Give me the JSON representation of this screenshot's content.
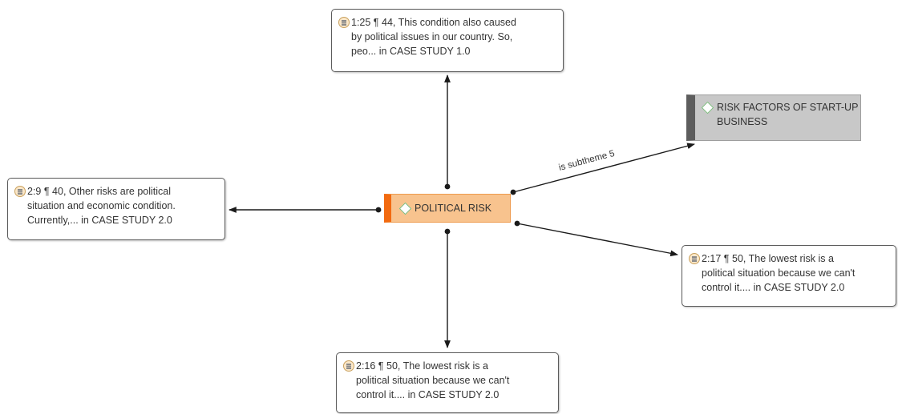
{
  "nodes": {
    "political_risk": {
      "label": "POLITICAL RISK"
    },
    "risk_factors": {
      "label_lines": [
        "RISK FACTORS OF START-UP",
        "BUSINESS"
      ]
    }
  },
  "quotes": {
    "top": {
      "lines": [
        "1:25 ¶ 44, This condition also caused",
        "by political issues in our country. So,",
        "peo... in CASE STUDY 1.0"
      ]
    },
    "left": {
      "lines": [
        "2:9 ¶ 40, Other risks are political",
        "situation and economic condition.",
        "Currently,... in CASE STUDY 2.0"
      ]
    },
    "right": {
      "lines": [
        "2:17 ¶ 50, The lowest risk is a",
        "political situation because we can't",
        "control it.... in CASE STUDY 2.0"
      ]
    },
    "bottom": {
      "lines": [
        "2:16 ¶ 50, The lowest risk is a",
        "political situation because we can't",
        "control it.... in CASE STUDY 2.0"
      ]
    }
  },
  "links": {
    "subtheme_label": "is subtheme 5"
  },
  "colors": {
    "political_fill": "#f8c38e",
    "political_bar": "#f26a10",
    "risk_fill": "#c8c8c8",
    "risk_bar": "#5d5d5d",
    "line": "#1a1a1a"
  },
  "icons": {
    "quote": "quotation-icon",
    "code": "code-diamond-icon"
  }
}
